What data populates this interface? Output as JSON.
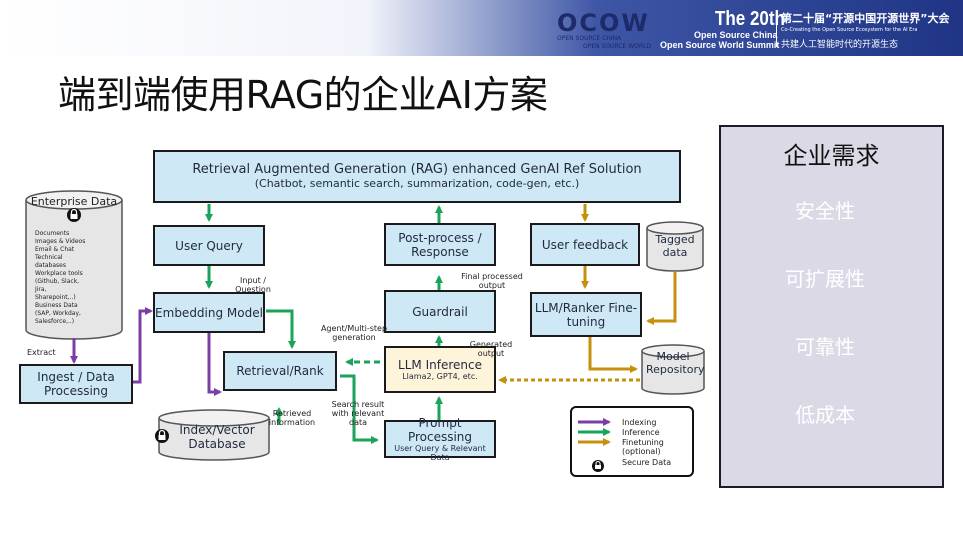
{
  "header": {
    "logo": "OCOW",
    "logo_sub1": "OPEN SOURCE CHINA",
    "logo_sub2": "OPEN SOURCE WORLD",
    "edition": "The 20th",
    "summit_line1": "Open Source China",
    "summit_line2": "Open Source World Summit",
    "cn_title": "第二十届“开源中国开源世界”大会",
    "en_tagline": "Co-Creating the Open Source Ecosystem for the AI Era",
    "cn_tagline": "共建人工智能时代的开源生态"
  },
  "slide_title": "端到端使用RAG的企业AI方案",
  "diagram": {
    "rag_title": "Retrieval Augmented Generation (RAG) enhanced GenAI Ref Solution",
    "rag_subtitle": "(Chatbot, semantic search, summarization, code-gen, etc.)",
    "enterprise_data": "Enterprise Data",
    "enterprise_items": [
      "Documents",
      "Images & Videos",
      "Email & Chat",
      "Technical",
      "databases",
      "Workplace tools",
      "(Github, Slack,",
      "Jira,",
      "Sharepoint,..)",
      "Business Data",
      "(SAP, Workday,",
      "Salesforce,..)"
    ],
    "user_query": "User Query",
    "embedding_model": "Embedding Model",
    "ingest": "Ingest / Data Processing",
    "index_db": "Index/Vector Database",
    "retrieval_rank": "Retrieval/Rank",
    "post_process": "Post-process / Response",
    "guardrail": "Guardrail",
    "llm_inference": "LLM Inference",
    "llm_inference_sub": "Llama2, GPT4, etc.",
    "prompt_processing": "Prompt Processing",
    "prompt_sub": "User Query & Relevant Data",
    "user_feedback": "User feedback",
    "tagged_data": "Tagged data",
    "llm_ranker": "LLM/Ranker Fine-tuning",
    "model_repo": "Model Repository",
    "labels": {
      "extract": "Extract",
      "input_question": "Input / Question",
      "agent": "Agent/Multi-step generation",
      "final_output": "Final processed output",
      "generated_output": "Generated output",
      "retrieved_info": "Retrieved information",
      "search_result": "Search result with relevant data"
    },
    "legend": {
      "indexing": "Indexing",
      "inference": "Inference",
      "finetuning": "Finetuning (optional)",
      "secure": "Secure Data"
    },
    "colors": {
      "indexing": "#7b3fa3",
      "inference": "#1aa35a",
      "finetuning": "#c6900d",
      "box_fill": "#cfe8f5"
    }
  },
  "panel": {
    "title": "企业需求",
    "items": [
      "安全性",
      "可扩展性",
      "可靠性",
      "低成本"
    ],
    "colors": [
      "#3d2752",
      "#5e4279",
      "#7d619d",
      "#9f8bb9"
    ]
  }
}
